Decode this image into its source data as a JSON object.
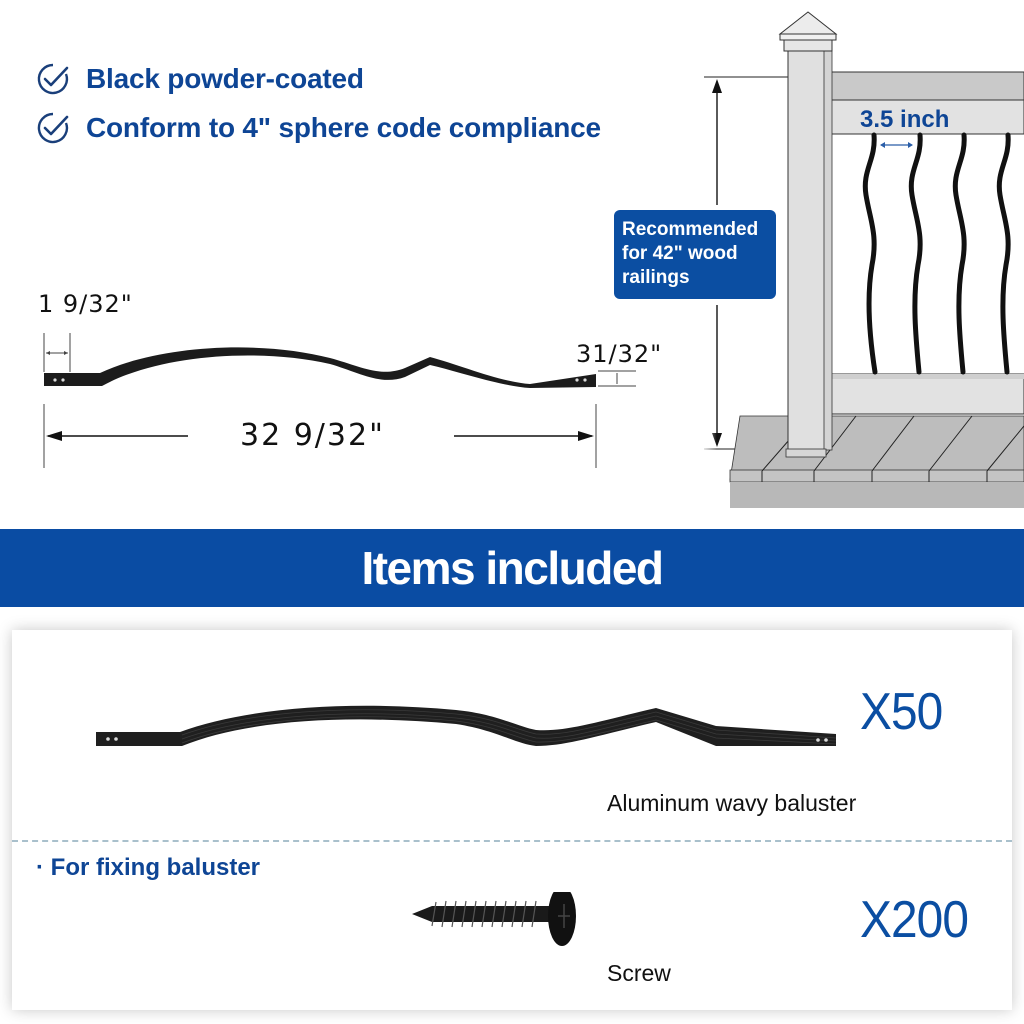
{
  "features": [
    {
      "icon": "check-circle-icon",
      "label": "Black powder-coated"
    },
    {
      "icon": "check-circle-icon",
      "label": "Conform to 4\" sphere code compliance"
    }
  ],
  "dimensions": {
    "end_length": "1 9/32\"",
    "width": "31/32\"",
    "total_length": "32 9/32\""
  },
  "railing": {
    "spacing_label": "3.5 inch",
    "badge_text": [
      "Recommended",
      "for 42\" wood",
      "railings"
    ]
  },
  "banner": {
    "title": "Items included"
  },
  "items": [
    {
      "name": "Aluminum wavy baluster",
      "quantity": "X50",
      "icon": "wavy-baluster-icon"
    },
    {
      "name": "Screw",
      "quantity": "X200",
      "icon": "screw-icon",
      "note": "· For fixing baluster"
    }
  ],
  "colors": {
    "brand_blue": "#0a4ca3",
    "text_blue": "#0e4595",
    "divider": "#a9c0cc"
  }
}
